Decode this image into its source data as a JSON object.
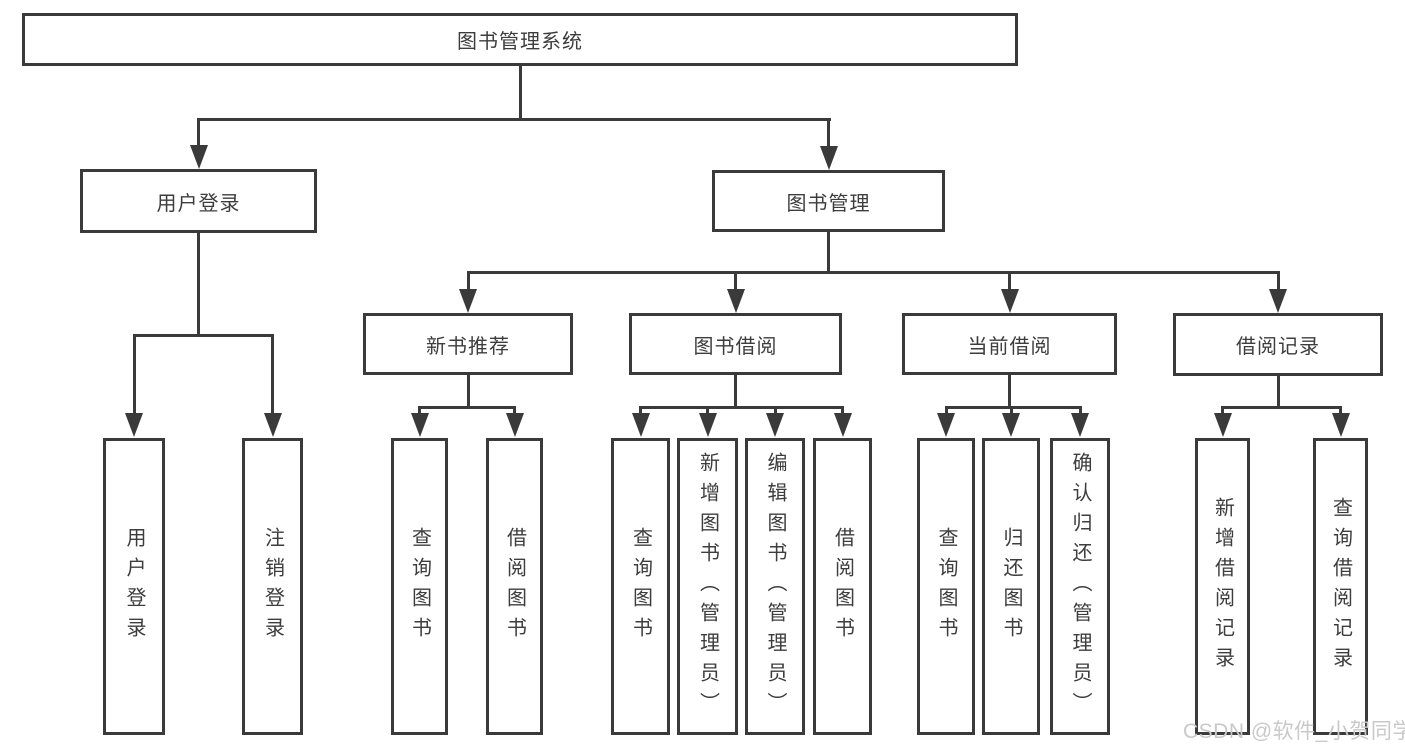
{
  "colors": {
    "line": "#3a3a3a",
    "border": "#3a3a3a",
    "text": "#3d3d3d",
    "background": "#ffffff",
    "watermark": "#c9c9c9"
  },
  "watermark": {
    "text": "CSDN @软件_小贺同学"
  },
  "tree": {
    "label": "图书管理系统",
    "children": [
      {
        "label": "用户登录",
        "children": [
          {
            "label": "用户登录"
          },
          {
            "label": "注销登录"
          }
        ]
      },
      {
        "label": "图书管理",
        "children": [
          {
            "label": "新书推荐",
            "children": [
              {
                "label": "查询图书"
              },
              {
                "label": "借阅图书"
              }
            ]
          },
          {
            "label": "图书借阅",
            "children": [
              {
                "label": "查询图书"
              },
              {
                "label": "新增图书（管理员）"
              },
              {
                "label": "编辑图书（管理员）"
              },
              {
                "label": "借阅图书"
              }
            ]
          },
          {
            "label": "当前借阅",
            "children": [
              {
                "label": "查询图书"
              },
              {
                "label": "归还图书"
              },
              {
                "label": "确认归还（管理员）"
              }
            ]
          },
          {
            "label": "借阅记录",
            "children": [
              {
                "label": "新增借阅记录"
              },
              {
                "label": "查询借阅记录"
              }
            ]
          }
        ]
      }
    ]
  }
}
